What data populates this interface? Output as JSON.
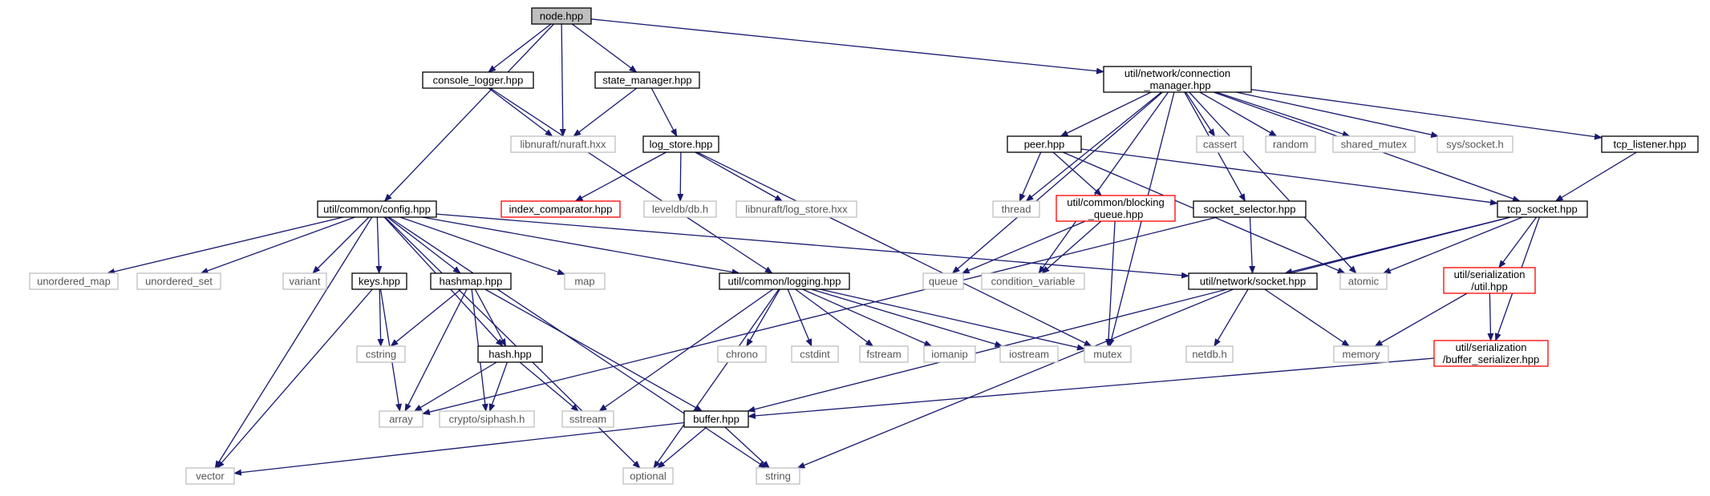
{
  "graph": {
    "nodes": [
      {
        "id": "node",
        "lines": [
          "node.hpp"
        ],
        "style": "root"
      },
      {
        "id": "console_logger",
        "lines": [
          "console_logger.hpp"
        ],
        "style": "normal"
      },
      {
        "id": "state_manager",
        "lines": [
          "state_manager.hpp"
        ],
        "style": "normal"
      },
      {
        "id": "nuraft",
        "lines": [
          "libnuraft/nuraft.hxx"
        ],
        "style": "external"
      },
      {
        "id": "log_store",
        "lines": [
          "log_store.hpp"
        ],
        "style": "normal"
      },
      {
        "id": "index_comparator",
        "lines": [
          "index_comparator.hpp"
        ],
        "style": "incomplete"
      },
      {
        "id": "leveldb",
        "lines": [
          "leveldb/db.h"
        ],
        "style": "external"
      },
      {
        "id": "libnuraft_log_store",
        "lines": [
          "libnuraft/log_store.hxx"
        ],
        "style": "external"
      },
      {
        "id": "config",
        "lines": [
          "util/common/config.hpp"
        ],
        "style": "normal"
      },
      {
        "id": "unordered_map",
        "lines": [
          "unordered_map"
        ],
        "style": "external"
      },
      {
        "id": "unordered_set",
        "lines": [
          "unordered_set"
        ],
        "style": "external"
      },
      {
        "id": "variant",
        "lines": [
          "variant"
        ],
        "style": "external"
      },
      {
        "id": "keys",
        "lines": [
          "keys.hpp"
        ],
        "style": "normal"
      },
      {
        "id": "hashmap",
        "lines": [
          "hashmap.hpp"
        ],
        "style": "normal"
      },
      {
        "id": "map",
        "lines": [
          "map"
        ],
        "style": "external"
      },
      {
        "id": "logging",
        "lines": [
          "util/common/logging.hpp"
        ],
        "style": "normal"
      },
      {
        "id": "cstring",
        "lines": [
          "cstring"
        ],
        "style": "external"
      },
      {
        "id": "hash",
        "lines": [
          "hash.hpp"
        ],
        "style": "normal"
      },
      {
        "id": "array",
        "lines": [
          "array"
        ],
        "style": "external"
      },
      {
        "id": "siphash",
        "lines": [
          "crypto/siphash.h"
        ],
        "style": "external"
      },
      {
        "id": "sstream",
        "lines": [
          "sstream"
        ],
        "style": "external"
      },
      {
        "id": "buffer",
        "lines": [
          "buffer.hpp"
        ],
        "style": "normal"
      },
      {
        "id": "vector",
        "lines": [
          "vector"
        ],
        "style": "external"
      },
      {
        "id": "optional",
        "lines": [
          "optional"
        ],
        "style": "external"
      },
      {
        "id": "string",
        "lines": [
          "string"
        ],
        "style": "external"
      },
      {
        "id": "chrono",
        "lines": [
          "chrono"
        ],
        "style": "external"
      },
      {
        "id": "cstdint",
        "lines": [
          "cstdint"
        ],
        "style": "external"
      },
      {
        "id": "fstream",
        "lines": [
          "fstream"
        ],
        "style": "external"
      },
      {
        "id": "iomanip",
        "lines": [
          "iomanip"
        ],
        "style": "external"
      },
      {
        "id": "iostream",
        "lines": [
          "iostream"
        ],
        "style": "external"
      },
      {
        "id": "mutex",
        "lines": [
          "mutex"
        ],
        "style": "external"
      },
      {
        "id": "connection_manager",
        "lines": [
          "util/network/connection",
          "_manager.hpp"
        ],
        "style": "normal"
      },
      {
        "id": "peer",
        "lines": [
          "peer.hpp"
        ],
        "style": "normal"
      },
      {
        "id": "cassert",
        "lines": [
          "cassert"
        ],
        "style": "external"
      },
      {
        "id": "random",
        "lines": [
          "random"
        ],
        "style": "external"
      },
      {
        "id": "shared_mutex",
        "lines": [
          "shared_mutex"
        ],
        "style": "external"
      },
      {
        "id": "sys_socket",
        "lines": [
          "sys/socket.h"
        ],
        "style": "external"
      },
      {
        "id": "tcp_listener",
        "lines": [
          "tcp_listener.hpp"
        ],
        "style": "normal"
      },
      {
        "id": "thread",
        "lines": [
          "thread"
        ],
        "style": "external"
      },
      {
        "id": "blocking_queue",
        "lines": [
          "util/common/blocking",
          "_queue.hpp"
        ],
        "style": "incomplete"
      },
      {
        "id": "socket_selector",
        "lines": [
          "socket_selector.hpp"
        ],
        "style": "normal"
      },
      {
        "id": "tcp_socket",
        "lines": [
          "tcp_socket.hpp"
        ],
        "style": "normal"
      },
      {
        "id": "queue",
        "lines": [
          "queue"
        ],
        "style": "external"
      },
      {
        "id": "condition_variable",
        "lines": [
          "condition_variable"
        ],
        "style": "external"
      },
      {
        "id": "network_socket",
        "lines": [
          "util/network/socket.hpp"
        ],
        "style": "normal"
      },
      {
        "id": "atomic",
        "lines": [
          "atomic"
        ],
        "style": "external"
      },
      {
        "id": "serialization_util",
        "lines": [
          "util/serialization",
          "/util.hpp"
        ],
        "style": "incomplete"
      },
      {
        "id": "netdb",
        "lines": [
          "netdb.h"
        ],
        "style": "external"
      },
      {
        "id": "memory",
        "lines": [
          "memory"
        ],
        "style": "external"
      },
      {
        "id": "buffer_serializer",
        "lines": [
          "util/serialization",
          "/buffer_serializer.hpp"
        ],
        "style": "incomplete"
      }
    ],
    "edges": [
      [
        "node",
        "console_logger"
      ],
      [
        "node",
        "state_manager"
      ],
      [
        "node",
        "nuraft"
      ],
      [
        "node",
        "config"
      ],
      [
        "node",
        "connection_manager"
      ],
      [
        "console_logger",
        "nuraft"
      ],
      [
        "console_logger",
        "logging"
      ],
      [
        "state_manager",
        "nuraft"
      ],
      [
        "state_manager",
        "log_store"
      ],
      [
        "log_store",
        "index_comparator"
      ],
      [
        "log_store",
        "leveldb"
      ],
      [
        "log_store",
        "libnuraft_log_store"
      ],
      [
        "log_store",
        "mutex"
      ],
      [
        "config",
        "unordered_map"
      ],
      [
        "config",
        "unordered_set"
      ],
      [
        "config",
        "variant"
      ],
      [
        "config",
        "keys"
      ],
      [
        "config",
        "hashmap"
      ],
      [
        "config",
        "map"
      ],
      [
        "config",
        "logging"
      ],
      [
        "config",
        "hash"
      ],
      [
        "config",
        "vector"
      ],
      [
        "config",
        "optional"
      ],
      [
        "config",
        "string"
      ],
      [
        "config",
        "network_socket"
      ],
      [
        "keys",
        "cstring"
      ],
      [
        "keys",
        "array"
      ],
      [
        "keys",
        "vector"
      ],
      [
        "hashmap",
        "cstring"
      ],
      [
        "hashmap",
        "hash"
      ],
      [
        "hashmap",
        "array"
      ],
      [
        "hashmap",
        "siphash"
      ],
      [
        "hashmap",
        "buffer"
      ],
      [
        "hash",
        "array"
      ],
      [
        "hash",
        "siphash"
      ],
      [
        "hash",
        "sstream"
      ],
      [
        "logging",
        "sstream"
      ],
      [
        "logging",
        "optional"
      ],
      [
        "logging",
        "chrono"
      ],
      [
        "logging",
        "cstdint"
      ],
      [
        "logging",
        "fstream"
      ],
      [
        "logging",
        "iomanip"
      ],
      [
        "logging",
        "iostream"
      ],
      [
        "logging",
        "mutex"
      ],
      [
        "buffer",
        "vector"
      ],
      [
        "buffer",
        "optional"
      ],
      [
        "buffer",
        "string"
      ],
      [
        "connection_manager",
        "queue"
      ],
      [
        "connection_manager",
        "condition_variable"
      ],
      [
        "connection_manager",
        "thread"
      ],
      [
        "connection_manager",
        "peer"
      ],
      [
        "connection_manager",
        "socket_selector"
      ],
      [
        "connection_manager",
        "atomic"
      ],
      [
        "connection_manager",
        "cassert"
      ],
      [
        "connection_manager",
        "random"
      ],
      [
        "connection_manager",
        "shared_mutex"
      ],
      [
        "connection_manager",
        "sys_socket"
      ],
      [
        "connection_manager",
        "tcp_listener"
      ],
      [
        "connection_manager",
        "tcp_socket"
      ],
      [
        "connection_manager",
        "mutex"
      ],
      [
        "peer",
        "thread"
      ],
      [
        "peer",
        "blocking_queue"
      ],
      [
        "peer",
        "tcp_socket"
      ],
      [
        "peer",
        "atomic"
      ],
      [
        "blocking_queue",
        "queue"
      ],
      [
        "blocking_queue",
        "condition_variable"
      ],
      [
        "blocking_queue",
        "mutex"
      ],
      [
        "socket_selector",
        "network_socket"
      ],
      [
        "socket_selector",
        "array"
      ],
      [
        "tcp_listener",
        "tcp_socket"
      ],
      [
        "tcp_socket",
        "network_socket"
      ],
      [
        "tcp_socket",
        "atomic"
      ],
      [
        "tcp_socket",
        "serialization_util"
      ],
      [
        "tcp_socket",
        "buffer_serializer"
      ],
      [
        "tcp_socket",
        "buffer"
      ],
      [
        "network_socket",
        "netdb"
      ],
      [
        "network_socket",
        "memory"
      ],
      [
        "network_socket",
        "string"
      ],
      [
        "serialization_util",
        "memory"
      ],
      [
        "serialization_util",
        "buffer_serializer"
      ],
      [
        "buffer_serializer",
        "buffer"
      ]
    ],
    "colors": {
      "edge": "#191970",
      "normal_border": "#000000",
      "root_fill": "#bfbfbf",
      "external_border": "#bfbfbf",
      "external_text": "#555555",
      "incomplete_border": "#ff0000"
    }
  }
}
